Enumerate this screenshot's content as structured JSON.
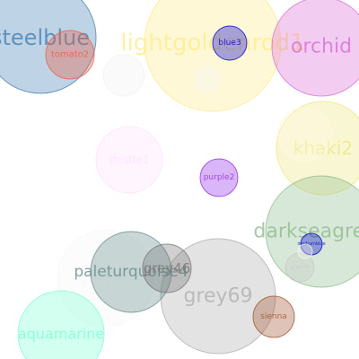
{
  "bubbles": [
    {
      "label": "lightgoldenrod1",
      "color": "#ffec8b",
      "alpha": 0.35
    },
    {
      "label": "orchid",
      "color": "#da70d6",
      "alpha": 0.35
    },
    {
      "label": "steelblue",
      "color": "#4682b4",
      "alpha": 0.35
    },
    {
      "label": "khaki2",
      "color": "#eee685",
      "alpha": 0.35
    },
    {
      "label": "darkseagreen",
      "color": "#8fbc8f",
      "alpha": 0.35
    },
    {
      "label": "grey69",
      "color": "#b0b0b0",
      "alpha": 0.35
    },
    {
      "label": "grey97",
      "color": "#f7f7f7",
      "alpha": 0.35
    },
    {
      "label": "paleturquoise4",
      "color": "#668b8b",
      "alpha": 0.35
    },
    {
      "label": "aquamarine",
      "color": "#7fffd4",
      "alpha": 0.35
    },
    {
      "label": "grey46",
      "color": "#757575",
      "alpha": 0.35
    },
    {
      "label": "thistle1",
      "color": "#ffe1ff",
      "alpha": 0.35
    },
    {
      "label": "tomato2",
      "color": "#ee5c42",
      "alpha": 0.35
    },
    {
      "label": "blue3",
      "color": "#0000cd",
      "alpha": 0.35
    },
    {
      "label": "sienna",
      "color": "#a0522d",
      "alpha": 0.35
    },
    {
      "label": "purple2",
      "color": "#912cee",
      "alpha": 0.35
    },
    {
      "label": "grey79",
      "color": "#c9c9c9",
      "alpha": 0.35
    },
    {
      "label": "mediumblue",
      "color": "#0000cd",
      "alpha": 0.35
    },
    {
      "label": "",
      "color": "#f2f2f2",
      "alpha": 0.35
    },
    {
      "label": "",
      "color": "#f5f5f5",
      "alpha": 0.35
    },
    {
      "label": "",
      "color": "#fff8e0",
      "alpha": 0.35
    },
    {
      "label": "",
      "color": "#f4f4ec",
      "alpha": 0.35
    }
  ]
}
